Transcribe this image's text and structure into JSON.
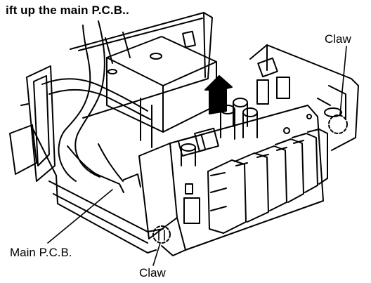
{
  "diagram": {
    "instruction": "ift up the main P.C.B..",
    "labels": {
      "claw_top": "Claw",
      "main_pcb": "Main P.C.B.",
      "claw_bottom": "Claw"
    }
  }
}
